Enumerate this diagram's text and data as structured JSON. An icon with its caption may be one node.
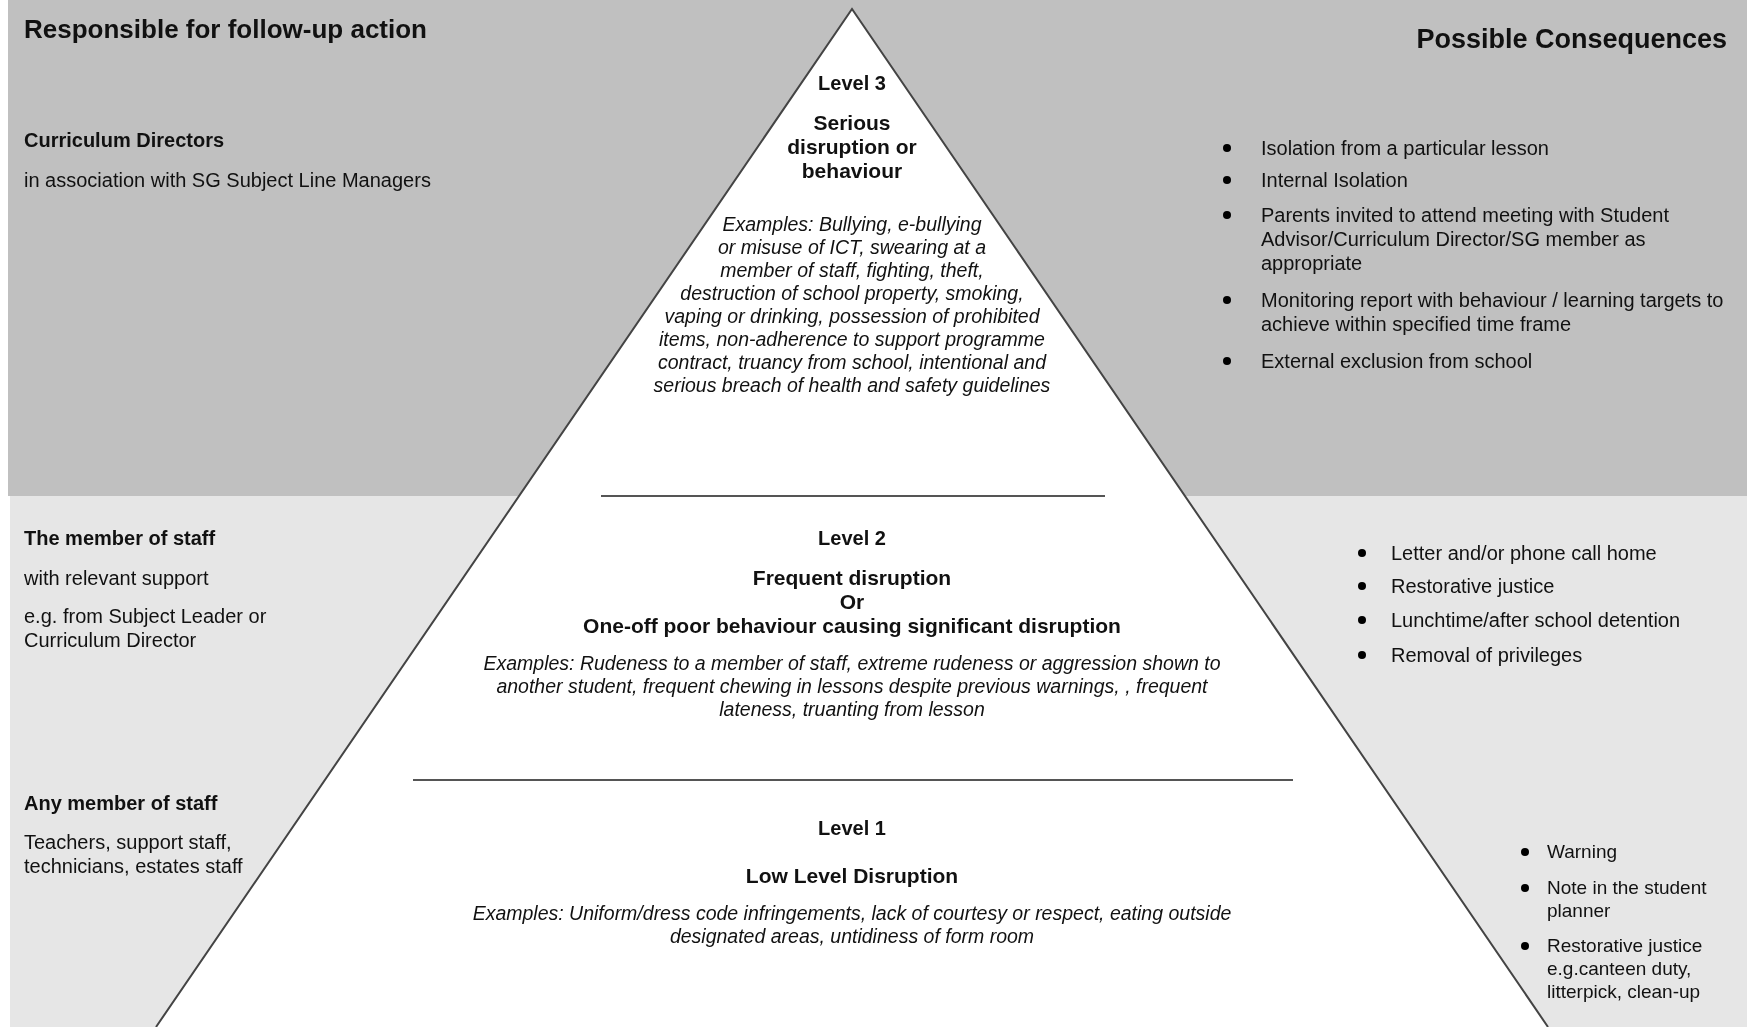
{
  "diagram": {
    "nodes": [
      {
        "text": [
          "Responsible for follow-up action",
          "Curriculum Directors",
          "in association with SG Subject Line Managers",
          "Possible Consequences",
          "Isolation from a particular lesson",
          "Internal Isolation",
          "Parents invited to attend meeting with Student Advisor/Curriculum Director/SG member as appropriate",
          "Monitoring report with behaviour / learning targets to achieve within specified time frame",
          "External exclusion from school"
        ]
      },
      {
        "text": [
          "The member of staff",
          "with relevant support",
          "e.g. from Subject Leader or Curriculum Director",
          "Letter and/or phone call home",
          "Restorative justice",
          "Lunchtime/after school detention",
          "Removal of privileges"
        ]
      },
      {
        "text": [
          "Any member of staff",
          "Teachers, support staff, technicians, estates staff",
          "Warning",
          "Note in the student planner",
          "Restorative justice e.g.canteen duty, litterpick, clean-up"
        ]
      },
      {
        "in": 0,
        "text": [
          "Level 3",
          "Serious disruption or behaviour",
          "Examples: Bullying, e-bullying or misuse of ICT, swearing at a member of staff, fighting, theft, destruction of school property, smoking, vaping or drinking, possession of prohibited items, non-adherence to support programme contract, truancy from school, intentional and serious breach of health and safety guidelines"
        ]
      },
      {
        "in": 1,
        "text": [
          "Level 2",
          "Frequent disruption",
          "Or",
          "One-off poor behaviour causing significant disruption",
          "Examples: Rudeness to a member of staff, extreme rudeness or aggression shown to another student, frequent chewing in lessons despite previous warnings, , frequent lateness, truanting from lesson"
        ]
      },
      {
        "in": 2,
        "text": [
          "Level 1",
          "Low Level Disruption",
          "Examples: Uniform/dress code infringements, lack of courtesy or respect, eating outside designated areas, untidiness of form room"
        ]
      }
    ]
  }
}
